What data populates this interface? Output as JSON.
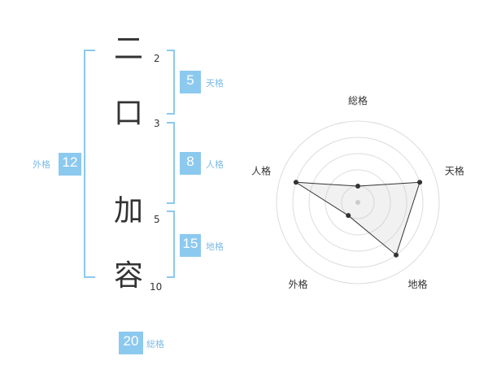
{
  "name": {
    "chars": [
      {
        "char": "二",
        "strokes": "2"
      },
      {
        "char": "口",
        "strokes": "3"
      },
      {
        "char": "加",
        "strokes": "5"
      },
      {
        "char": "容",
        "strokes": "10"
      }
    ]
  },
  "fortune": {
    "ten": {
      "label": "天格",
      "value": "5"
    },
    "jin": {
      "label": "人格",
      "value": "8"
    },
    "chi": {
      "label": "地格",
      "value": "15"
    },
    "gai": {
      "label": "外格",
      "value": "12"
    },
    "sou": {
      "label": "総格",
      "value": "20"
    }
  },
  "colors": {
    "accent": "#8cc9ef",
    "label": "#7cbbe6",
    "text": "#333333"
  },
  "chart_data": {
    "type": "radar",
    "axes": [
      "総格",
      "天格",
      "地格",
      "外格",
      "人格"
    ],
    "max": 5,
    "values": [
      1,
      4,
      4,
      1,
      4
    ]
  }
}
